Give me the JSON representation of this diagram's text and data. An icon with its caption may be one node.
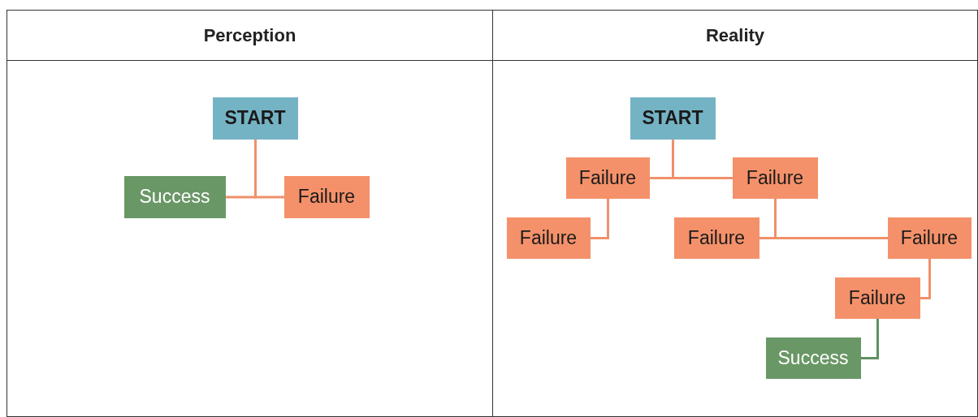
{
  "diagram": {
    "nodes": [
      {
        "text": [
          "Perception"
        ]
      },
      {
        "text": [
          "START"
        ],
        "in": 0
      },
      {
        "text": [
          "Success"
        ],
        "in": 0
      },
      {
        "text": [
          "Failure"
        ],
        "in": 0
      },
      {
        "text": [
          "Reality"
        ]
      },
      {
        "text": [
          "START"
        ],
        "in": 4
      },
      {
        "text": [
          "Failure"
        ],
        "in": 4
      },
      {
        "text": [
          "Failure"
        ],
        "in": 4
      },
      {
        "text": [
          "Failure"
        ],
        "in": 4
      },
      {
        "text": [
          "Failure"
        ],
        "in": 4
      },
      {
        "text": [
          "Failure"
        ],
        "in": 4
      },
      {
        "text": [
          "Failure"
        ],
        "in": 4
      },
      {
        "text": [
          "Success"
        ],
        "in": 4
      }
    ],
    "edges": [
      {
        "from": 1,
        "to": 2,
        "arrow": "none"
      },
      {
        "from": 1,
        "to": 3,
        "arrow": "none"
      },
      {
        "from": 5,
        "to": 6,
        "arrow": "none"
      },
      {
        "from": 5,
        "to": 7,
        "arrow": "none"
      },
      {
        "from": 6,
        "to": 8,
        "arrow": "none"
      },
      {
        "from": 7,
        "to": 9,
        "arrow": "none"
      },
      {
        "from": 7,
        "to": 10,
        "arrow": "none"
      },
      {
        "from": 10,
        "to": 11,
        "arrow": "none"
      },
      {
        "from": 11,
        "to": 12,
        "arrow": "none",
        "color": "#5f9160"
      }
    ]
  }
}
